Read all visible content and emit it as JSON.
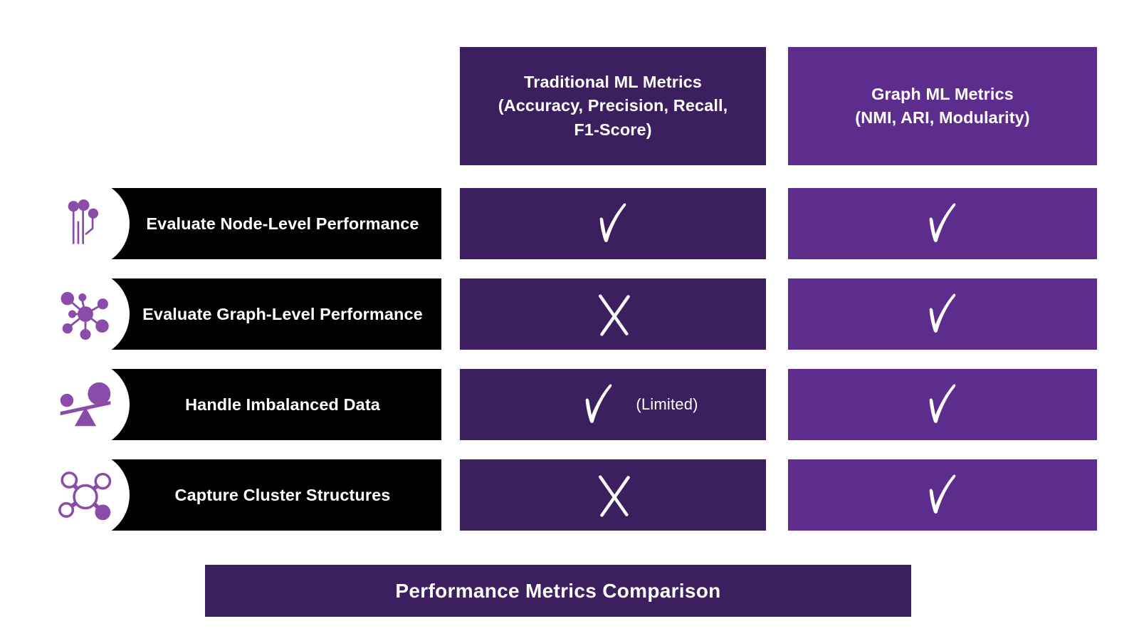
{
  "columns": [
    {
      "id": "traditional-ml-metrics",
      "title_line1": "Traditional ML Metrics",
      "title_line2": "(Accuracy, Precision, Recall,",
      "title_line3": "F1-Score)",
      "color": "#3C1F5E"
    },
    {
      "id": "graph-ml-metrics",
      "title_line1": "Graph ML Metrics",
      "title_line2": "(NMI, ARI, Modularity)",
      "title_line3": "",
      "color": "#5D2D8E"
    }
  ],
  "rows": [
    {
      "label": "Evaluate Node-Level Performance",
      "icon": "neural-nodes-icon",
      "traditional": {
        "mark": "check",
        "note": ""
      },
      "graph": {
        "mark": "check",
        "note": ""
      }
    },
    {
      "label": "Evaluate Graph-Level Performance",
      "icon": "network-graph-icon",
      "traditional": {
        "mark": "cross",
        "note": ""
      },
      "graph": {
        "mark": "check",
        "note": ""
      }
    },
    {
      "label": "Handle Imbalanced Data",
      "icon": "balance-scale-icon",
      "traditional": {
        "mark": "check",
        "note": "(Limited)"
      },
      "graph": {
        "mark": "check",
        "note": ""
      }
    },
    {
      "label": "Capture Cluster Structures",
      "icon": "cluster-nodes-icon",
      "traditional": {
        "mark": "cross",
        "note": ""
      },
      "graph": {
        "mark": "check",
        "note": ""
      }
    }
  ],
  "footer": {
    "title": "Performance Metrics Comparison",
    "color": "#3C1F5E"
  },
  "theme": {
    "background": "#FFFFFF",
    "label_bar": "#000000",
    "icon_accent": "#8B4BA8",
    "mark_color": "#FFFFFF",
    "text_color": "#FFFFFF"
  }
}
